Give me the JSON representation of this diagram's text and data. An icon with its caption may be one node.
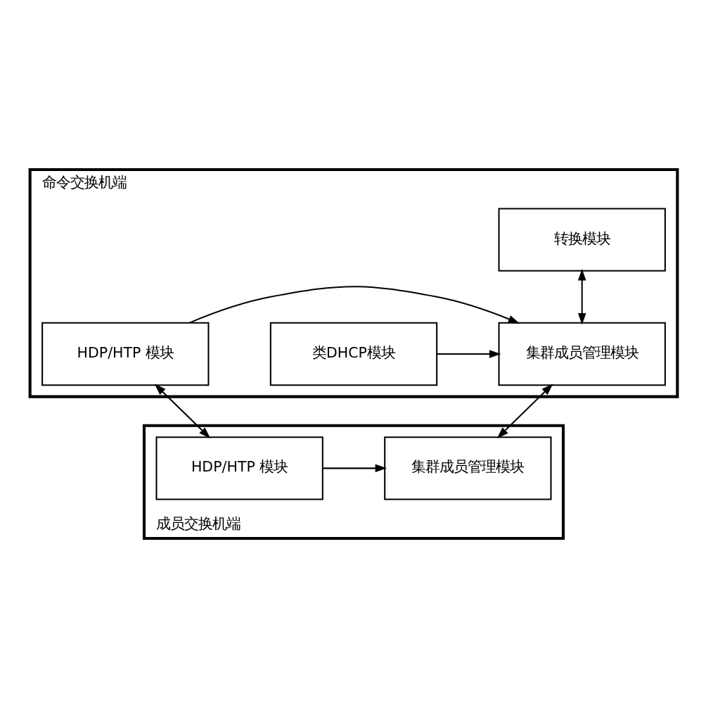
{
  "diagram": {
    "nodes": [
      {
        "text": [
          "命令交换机端"
        ]
      },
      {
        "text": [
          "转换模块"
        ],
        "in": 0
      },
      {
        "text": [
          "类DHCP模块"
        ],
        "in": 0
      },
      {
        "text": [
          "集群成员管理模块"
        ],
        "in": 0
      },
      {
        "text": [
          "HDP/HTP 模块"
        ],
        "in": 0
      },
      {
        "text": [
          "成员交换机端"
        ]
      },
      {
        "text": [
          "集群成员管理模块"
        ],
        "in": 5
      },
      {
        "text": [
          "HDP/HTP 模块"
        ],
        "in": 5
      }
    ],
    "edges": [
      {
        "from": 3,
        "to": 1,
        "arrow": "both"
      },
      {
        "from": 2,
        "to": 3,
        "arrow": "to"
      },
      {
        "from": 4,
        "to": 3,
        "arrow": "to"
      },
      {
        "from": 3,
        "to": 6,
        "arrow": "both"
      },
      {
        "from": 4,
        "to": 7,
        "arrow": "both"
      },
      {
        "from": 7,
        "to": 6,
        "arrow": "to"
      }
    ]
  }
}
